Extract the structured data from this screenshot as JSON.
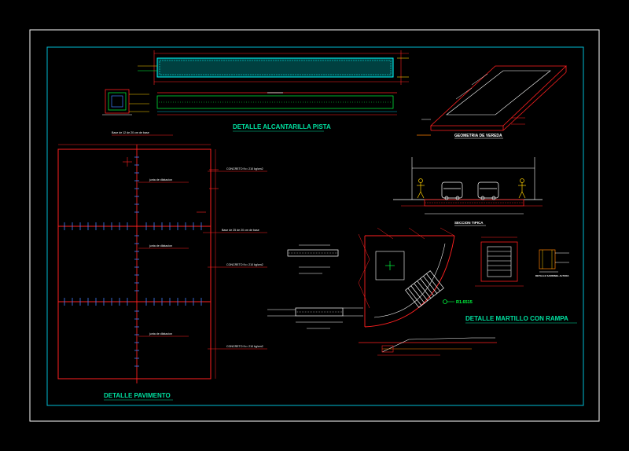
{
  "colors": {
    "background": "#000000",
    "sheet_border": "#ffffff",
    "frame": "#00bcd4",
    "red": "#ff2020",
    "cyan": "#00ffff",
    "title": "#00e0a0",
    "green": "#00ff40",
    "white": "#ffffff",
    "yellow": "#ffd000",
    "blue": "#4080ff",
    "orange": "#ff8000"
  },
  "titles": {
    "alcantarilla": "DETALLE ALCANTARILLA PISTA",
    "pavimento": "DETALLE PAVIMENTO",
    "martillo": "DETALLE MARTILLO CON RAMPA",
    "vereda": "GEOMETRIA DE VEREDA",
    "seccion": "SECCION TIPICA",
    "parapeto": "DETALLE SARDINEL ALTURA"
  },
  "labels": {
    "junta_1": "junta de dilatacion",
    "junta_2": "junta de dilatacion",
    "junta_3": "junta de dilatacion",
    "concreto_1": "CONCRETO f'c= 210 kg/cm2",
    "concreto_2": "CONCRETO f'c= 210 kg/cm2",
    "concreto_3": "CONCRETO f'c= 210 kg/cm2",
    "base_1": "Base de 12 de 20 cm de base",
    "base_2": "Base de 25 de 20 cm de base",
    "radius": "R1.6515"
  }
}
